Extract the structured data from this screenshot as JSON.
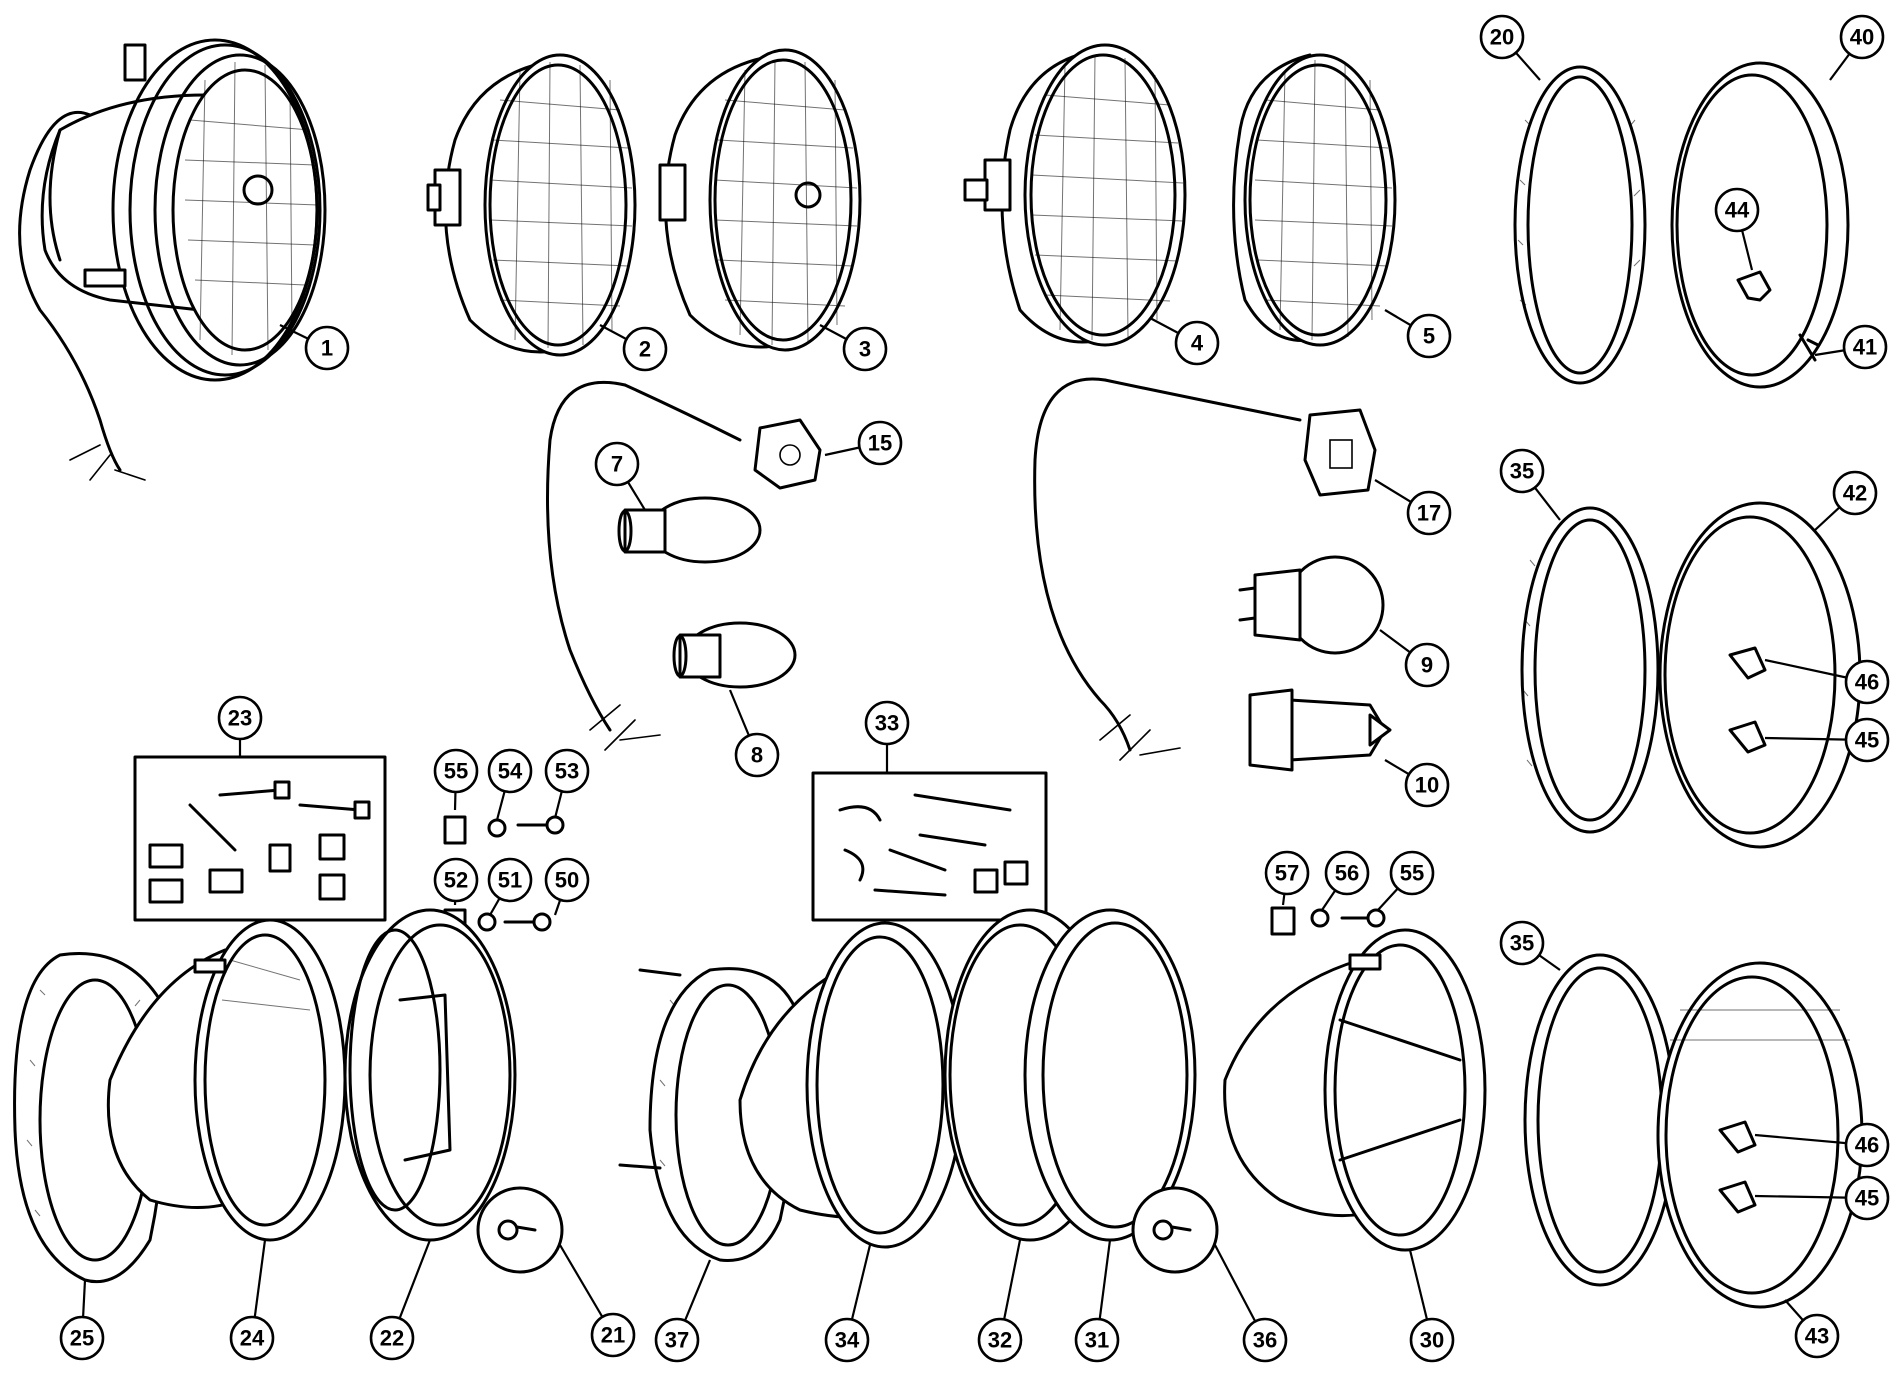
{
  "callouts": [
    {
      "id": "c1",
      "label": "1"
    },
    {
      "id": "c2",
      "label": "2"
    },
    {
      "id": "c3",
      "label": "3"
    },
    {
      "id": "c4",
      "label": "4"
    },
    {
      "id": "c5",
      "label": "5"
    },
    {
      "id": "c7",
      "label": "7"
    },
    {
      "id": "c8",
      "label": "8"
    },
    {
      "id": "c9",
      "label": "9"
    },
    {
      "id": "c10",
      "label": "10"
    },
    {
      "id": "c15",
      "label": "15"
    },
    {
      "id": "c17",
      "label": "17"
    },
    {
      "id": "c20",
      "label": "20"
    },
    {
      "id": "c21",
      "label": "21"
    },
    {
      "id": "c22",
      "label": "22"
    },
    {
      "id": "c23",
      "label": "23"
    },
    {
      "id": "c24",
      "label": "24"
    },
    {
      "id": "c25",
      "label": "25"
    },
    {
      "id": "c30",
      "label": "30"
    },
    {
      "id": "c31",
      "label": "31"
    },
    {
      "id": "c32",
      "label": "32"
    },
    {
      "id": "c33",
      "label": "33"
    },
    {
      "id": "c34",
      "label": "34"
    },
    {
      "id": "c35a",
      "label": "35"
    },
    {
      "id": "c35b",
      "label": "35"
    },
    {
      "id": "c36",
      "label": "36"
    },
    {
      "id": "c37",
      "label": "37"
    },
    {
      "id": "c40",
      "label": "40"
    },
    {
      "id": "c41",
      "label": "41"
    },
    {
      "id": "c42",
      "label": "42"
    },
    {
      "id": "c43",
      "label": "43"
    },
    {
      "id": "c44",
      "label": "44"
    },
    {
      "id": "c45a",
      "label": "45"
    },
    {
      "id": "c45b",
      "label": "45"
    },
    {
      "id": "c46a",
      "label": "46"
    },
    {
      "id": "c46b",
      "label": "46"
    },
    {
      "id": "c50",
      "label": "50"
    },
    {
      "id": "c51",
      "label": "51"
    },
    {
      "id": "c52",
      "label": "52"
    },
    {
      "id": "c53",
      "label": "53"
    },
    {
      "id": "c54",
      "label": "54"
    },
    {
      "id": "c55a",
      "label": "55"
    },
    {
      "id": "c55b",
      "label": "55"
    },
    {
      "id": "c56",
      "label": "56"
    },
    {
      "id": "c57",
      "label": "57"
    }
  ]
}
